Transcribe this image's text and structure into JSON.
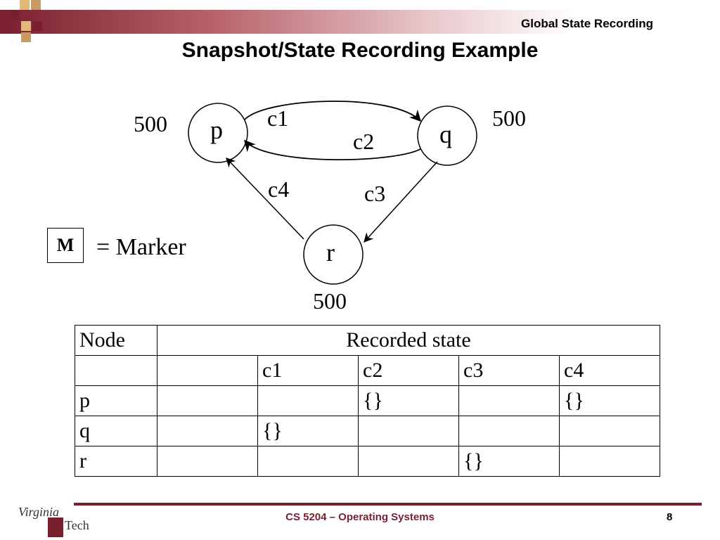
{
  "header": {
    "section_title": "Global State Recording",
    "slide_title": "Snapshot/State Recording Example",
    "accent_color": "#7a1f2e"
  },
  "diagram": {
    "nodes": [
      {
        "id": "p",
        "label": "p",
        "balance": "500"
      },
      {
        "id": "q",
        "label": "q",
        "balance": "500"
      },
      {
        "id": "r",
        "label": "r",
        "balance": "500"
      }
    ],
    "channels": [
      {
        "id": "c1",
        "label": "c1",
        "from": "p",
        "to": "q"
      },
      {
        "id": "c2",
        "label": "c2",
        "from": "q",
        "to": "p"
      },
      {
        "id": "c3",
        "label": "c3",
        "from": "q",
        "to": "r"
      },
      {
        "id": "c4",
        "label": "c4",
        "from": "r",
        "to": "p"
      }
    ]
  },
  "legend": {
    "marker_symbol": "M",
    "marker_text": "= Marker"
  },
  "table": {
    "header_node": "Node",
    "header_state": "Recorded state",
    "channel_headers": [
      "c1",
      "c2",
      "c3",
      "c4"
    ],
    "rows": [
      {
        "node": "p",
        "cells": [
          "",
          "",
          "{}",
          "",
          "{}"
        ]
      },
      {
        "node": "q",
        "cells": [
          "",
          "{}",
          "",
          "",
          ""
        ]
      },
      {
        "node": "r",
        "cells": [
          "",
          "",
          "",
          "{}",
          ""
        ]
      }
    ]
  },
  "footer": {
    "course": "CS 5204 – Operating Systems",
    "page": "8",
    "logo_top": "Virginia",
    "logo_bottom": "Tech"
  }
}
